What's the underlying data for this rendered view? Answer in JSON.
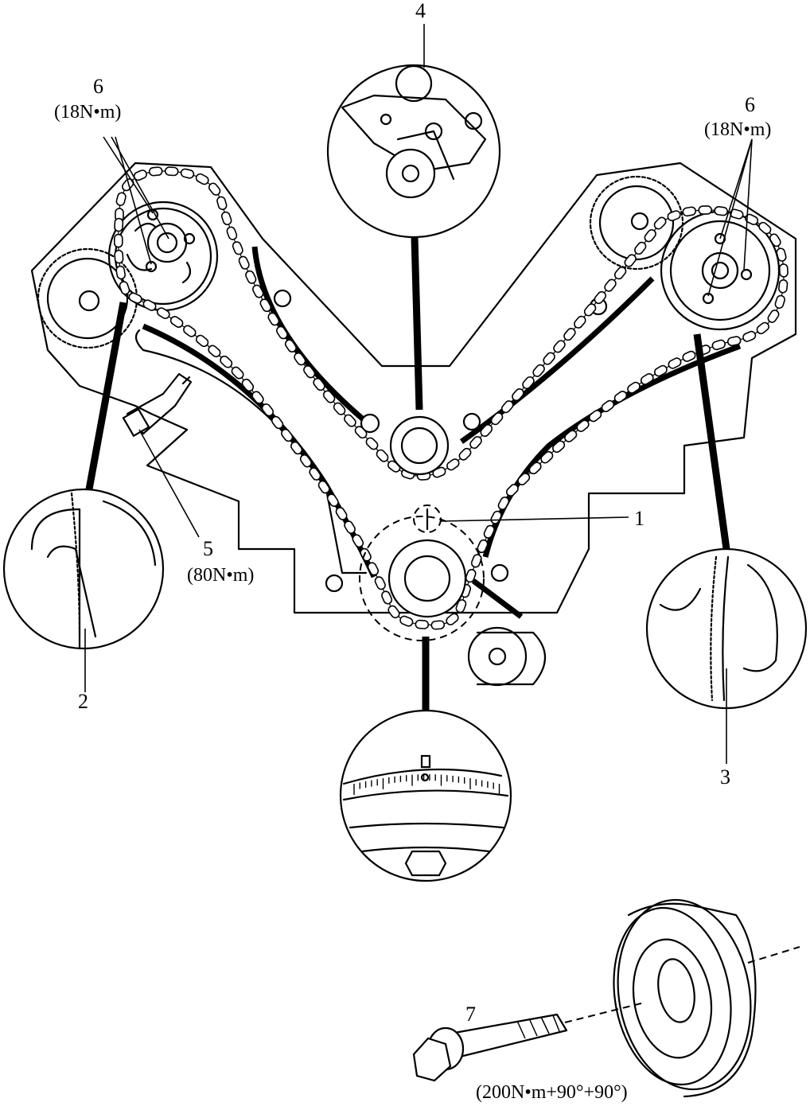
{
  "labels": {
    "item1": "1",
    "item2": "2",
    "item3": "3",
    "item4": "4",
    "item5": "5",
    "item6_left": "6",
    "item6_right": "6",
    "item7": "7"
  },
  "torques": {
    "item6_left": "(18N•m)",
    "item6_right": "(18N•m)",
    "item5": "(80N•m)",
    "item7": "(200N•m+90°+90°)"
  }
}
